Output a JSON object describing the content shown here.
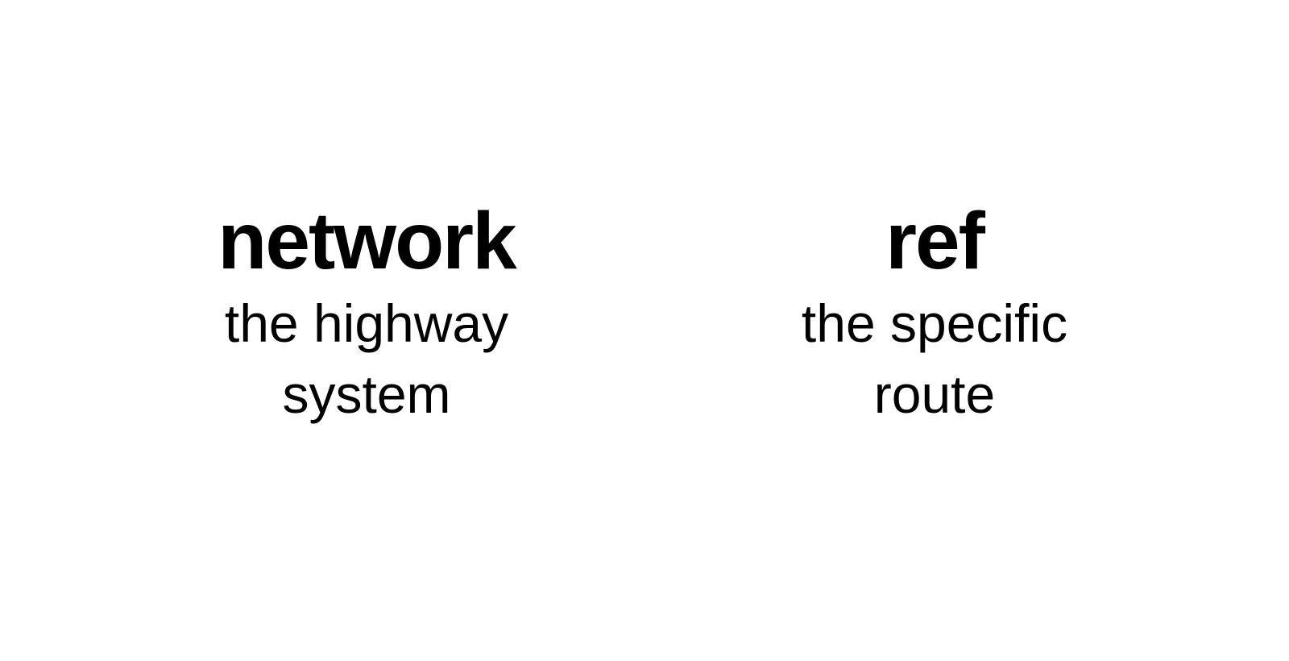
{
  "terms": [
    {
      "title": "network",
      "description_lines": [
        "the highway",
        "system"
      ]
    },
    {
      "title": "ref",
      "description_lines": [
        "the specific",
        "route"
      ]
    }
  ]
}
